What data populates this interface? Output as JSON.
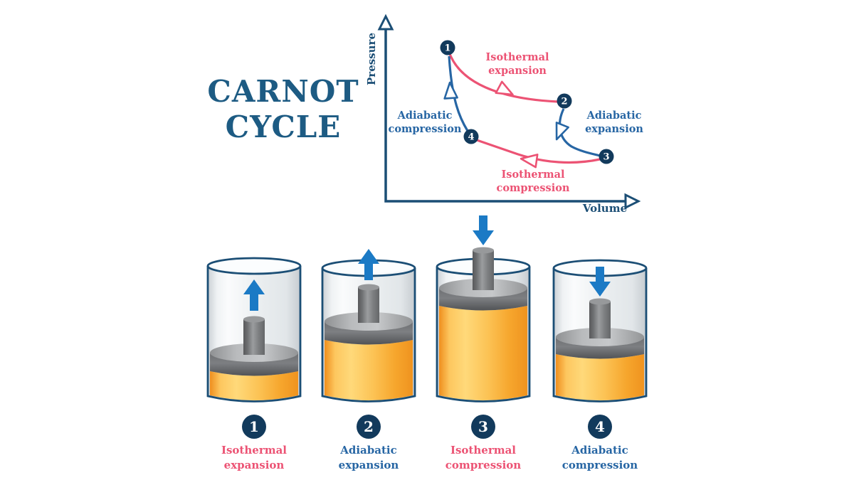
{
  "title": {
    "line1": "CARNOT",
    "line2": "CYCLE"
  },
  "pv_chart": {
    "type": "diagram-cycle-plot",
    "y_axis_label": "Pressure",
    "x_axis_label": "Volume",
    "points": [
      {
        "id": "1"
      },
      {
        "id": "2"
      },
      {
        "id": "3"
      },
      {
        "id": "4"
      }
    ],
    "processes": [
      {
        "from": "1",
        "to": "2",
        "type": "isothermal",
        "line1": "Isothermal",
        "line2": "expansion"
      },
      {
        "from": "2",
        "to": "3",
        "type": "adiabatic",
        "line1": "Adiabatic",
        "line2": "expansion"
      },
      {
        "from": "3",
        "to": "4",
        "type": "isothermal",
        "line1": "Isothermal",
        "line2": "compression"
      },
      {
        "from": "4",
        "to": "1",
        "type": "adiabatic",
        "line1": "Adiabatic",
        "line2": "compression"
      }
    ]
  },
  "stages": [
    {
      "number": "1",
      "line1": "Isothermal",
      "line2": "expansion",
      "piston_position": "low",
      "arrow_direction": "up"
    },
    {
      "number": "2",
      "line1": "Adiabatic",
      "line2": "expansion",
      "piston_position": "middle",
      "arrow_direction": "up"
    },
    {
      "number": "3",
      "line1": "Isothermal",
      "line2": "compression",
      "piston_position": "high",
      "arrow_direction": "down"
    },
    {
      "number": "4",
      "line1": "Adiabatic",
      "line2": "compression",
      "piston_position": "middle-low",
      "arrow_direction": "down"
    }
  ],
  "colors": {
    "navy_axis": "#1b4e75",
    "navy_dark": "#123a5c",
    "title_navy": "#1d5b83",
    "isothermal_pink": "#ec5374",
    "adiabatic_blue": "#2766a4",
    "piston_arrow_blue": "#1b7ac5",
    "gas_orange": "#f5a227"
  }
}
